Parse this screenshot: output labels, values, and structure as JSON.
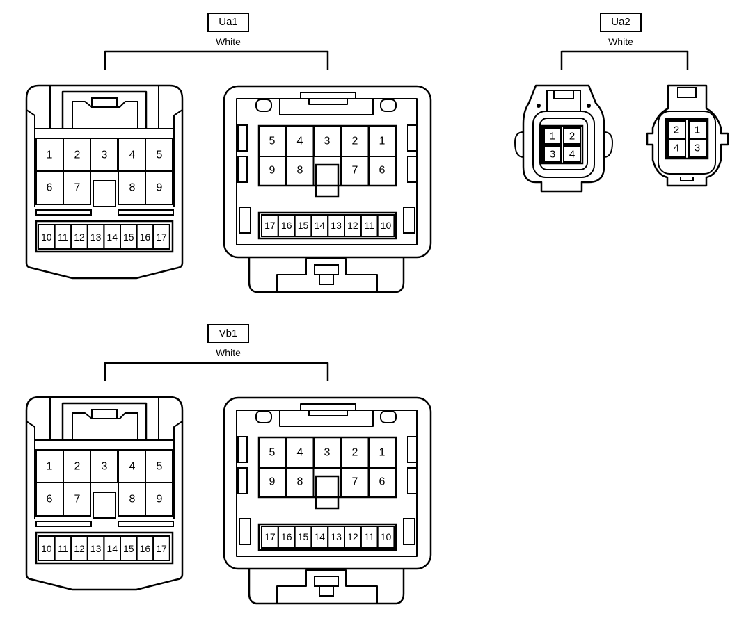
{
  "connectors": [
    {
      "id": "Ua1",
      "color": "White",
      "large_pins": [
        "1",
        "2",
        "3",
        "4",
        "5",
        "6",
        "7",
        "8",
        "9"
      ],
      "small_pins": [
        "10",
        "11",
        "12",
        "13",
        "14",
        "15",
        "16",
        "17"
      ]
    },
    {
      "id": "Vb1",
      "color": "White",
      "large_pins": [
        "1",
        "2",
        "3",
        "4",
        "5",
        "6",
        "7",
        "8",
        "9"
      ],
      "small_pins": [
        "10",
        "11",
        "12",
        "13",
        "14",
        "15",
        "16",
        "17"
      ]
    },
    {
      "id": "Ua2",
      "color": "White",
      "pins": [
        "1",
        "2",
        "3",
        "4"
      ]
    }
  ]
}
